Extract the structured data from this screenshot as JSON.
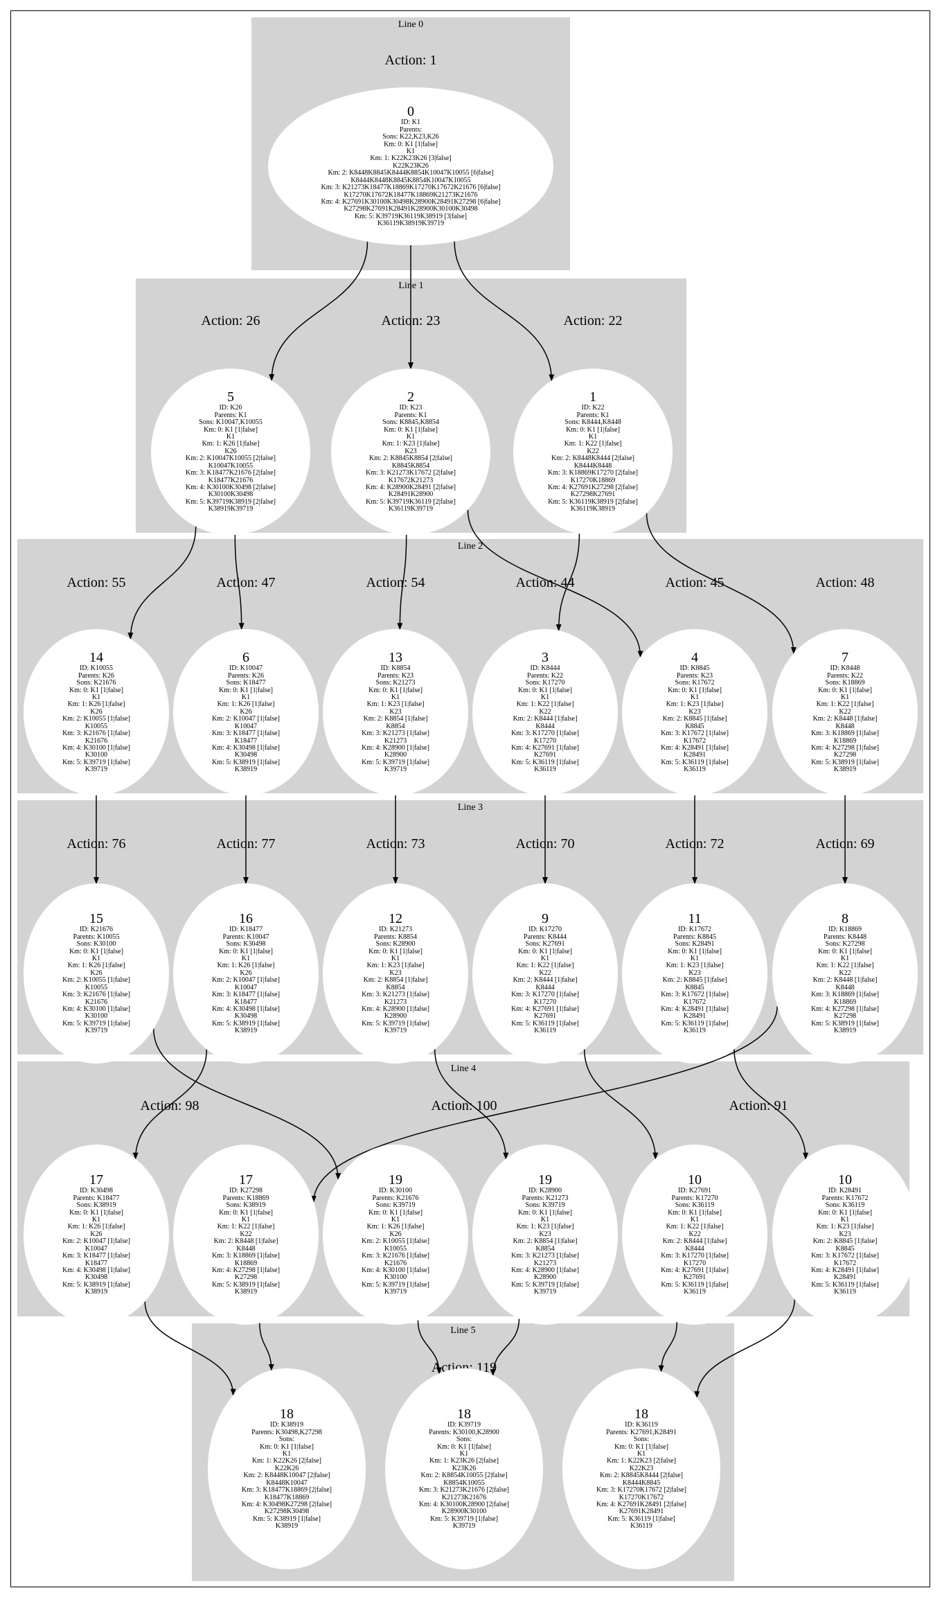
{
  "clusters": [
    {
      "id": "line0",
      "label": "Line 0"
    },
    {
      "id": "line1",
      "label": "Line 1"
    },
    {
      "id": "line2",
      "label": "Line 2"
    },
    {
      "id": "line3",
      "label": "Line 3"
    },
    {
      "id": "line4",
      "label": "Line 4"
    },
    {
      "id": "line5",
      "label": "Line 5"
    }
  ],
  "actions": [
    {
      "id": "a0",
      "cluster": "line0",
      "text": "Action: 1"
    },
    {
      "id": "a1a",
      "cluster": "line1",
      "text": "Action: 26"
    },
    {
      "id": "a1b",
      "cluster": "line1",
      "text": "Action: 23"
    },
    {
      "id": "a1c",
      "cluster": "line1",
      "text": "Action: 22"
    },
    {
      "id": "a2a",
      "cluster": "line2",
      "text": "Action: 55"
    },
    {
      "id": "a2b",
      "cluster": "line2",
      "text": "Action: 47"
    },
    {
      "id": "a2c",
      "cluster": "line2",
      "text": "Action: 54"
    },
    {
      "id": "a2d",
      "cluster": "line2",
      "text": "Action: 44"
    },
    {
      "id": "a2e",
      "cluster": "line2",
      "text": "Action: 45"
    },
    {
      "id": "a2f",
      "cluster": "line2",
      "text": "Action: 48"
    },
    {
      "id": "a3a",
      "cluster": "line3",
      "text": "Action: 76"
    },
    {
      "id": "a3b",
      "cluster": "line3",
      "text": "Action: 77"
    },
    {
      "id": "a3c",
      "cluster": "line3",
      "text": "Action: 73"
    },
    {
      "id": "a3d",
      "cluster": "line3",
      "text": "Action: 70"
    },
    {
      "id": "a3e",
      "cluster": "line3",
      "text": "Action: 72"
    },
    {
      "id": "a3f",
      "cluster": "line3",
      "text": "Action: 69"
    },
    {
      "id": "a4a",
      "cluster": "line4",
      "text": "Action: 98"
    },
    {
      "id": "a4b",
      "cluster": "line4",
      "text": "Action: 100"
    },
    {
      "id": "a4c",
      "cluster": "line4",
      "text": "Action: 91"
    },
    {
      "id": "a5a",
      "cluster": "line5",
      "text": "Action: 119"
    }
  ],
  "nodes": [
    {
      "id": "n0",
      "num": "0",
      "lines": [
        "ID: K1",
        "Parents:",
        "Sons: K22,K23,K26",
        "Km: 0: K1 [1|false]",
        "K1",
        "Km: 1: K22K23K26 [3|false]",
        "K22K23K26",
        "Km: 2: K8448K8845K8444K8854K10047K10055 [6|false]",
        "K8444K8448K8845K8854K10047K10055",
        "Km: 3: K21273K18477K18869K17270K17672K21676 [6|false]",
        "K17270K17672K18477K18869K21273K21676",
        "Km: 4: K27691K30100K30498K28900K28491K27298 [6|false]",
        "K27298K27691K28491K28900K30100K30498",
        "Km: 5: K39719K36119K38919 [3|false]",
        "K36119K38919K39719"
      ]
    },
    {
      "id": "n5",
      "num": "5",
      "lines": [
        "ID: K26",
        "Parents: K1",
        "Sons: K10047,K10055",
        "Km: 0: K1 [1|false]",
        "K1",
        "Km: 1: K26 [1|false]",
        "K26",
        "Km: 2: K10047K10055 [2|false]",
        "K10047K10055",
        "Km: 3: K18477K21676 [2|false]",
        "K18477K21676",
        "Km: 4: K30100K30498 [2|false]",
        "K30100K30498",
        "Km: 5: K39719K38919 [2|false]",
        "K38919K39719"
      ]
    },
    {
      "id": "n2",
      "num": "2",
      "lines": [
        "ID: K23",
        "Parents: K1",
        "Sons: K8845,K8854",
        "Km: 0: K1 [1|false]",
        "K1",
        "Km: 1: K23 [1|false]",
        "K23",
        "Km: 2: K8845K8854 [2|false]",
        "K8845K8854",
        "Km: 3: K21273K17672 [2|false]",
        "K17672K21273",
        "Km: 4: K28900K28491 [2|false]",
        "K28491K28900",
        "Km: 5: K39719K36119 [2|false]",
        "K36119K39719"
      ]
    },
    {
      "id": "n1",
      "num": "1",
      "lines": [
        "ID: K22",
        "Parents: K1",
        "Sons: K8444,K8448",
        "Km: 0: K1 [1|false]",
        "K1",
        "Km: 1: K22 [1|false]",
        "K22",
        "Km: 2: K8448K8444 [2|false]",
        "K8444K8448",
        "Km: 3: K18869K17270 [2|false]",
        "K17270K18869",
        "Km: 4: K27691K27298 [2|false]",
        "K27298K27691",
        "Km: 5: K36119K38919 [2|false]",
        "K36119K38919"
      ]
    },
    {
      "id": "n14",
      "num": "14",
      "lines": [
        "ID: K10055",
        "Parents: K26",
        "Sons: K21676",
        "Km: 0: K1 [1|false]",
        "K1",
        "Km: 1: K26 [1|false]",
        "K26",
        "Km: 2: K10055 [1|false]",
        "K10055",
        "Km: 3: K21676 [1|false]",
        "K21676",
        "Km: 4: K30100 [1|false]",
        "K30100",
        "Km: 5: K39719 [1|false]",
        "K39719"
      ]
    },
    {
      "id": "n6",
      "num": "6",
      "lines": [
        "ID: K10047",
        "Parents: K26",
        "Sons: K18477",
        "Km: 0: K1 [1|false]",
        "K1",
        "Km: 1: K26 [1|false]",
        "K26",
        "Km: 2: K10047 [1|false]",
        "K10047",
        "Km: 3: K18477 [1|false]",
        "K18477",
        "Km: 4: K30498 [1|false]",
        "K30498",
        "Km: 5: K38919 [1|false]",
        "K38919"
      ]
    },
    {
      "id": "n13",
      "num": "13",
      "lines": [
        "ID: K8854",
        "Parents: K23",
        "Sons: K21273",
        "Km: 0: K1 [1|false]",
        "K1",
        "Km: 1: K23 [1|false]",
        "K23",
        "Km: 2: K8854 [1|false]",
        "K8854",
        "Km: 3: K21273 [1|false]",
        "K21273",
        "Km: 4: K28900 [1|false]",
        "K28900",
        "Km: 5: K39719 [1|false]",
        "K39719"
      ]
    },
    {
      "id": "n3",
      "num": "3",
      "lines": [
        "ID: K8444",
        "Parents: K22",
        "Sons: K17270",
        "Km: 0: K1 [1|false]",
        "K1",
        "Km: 1: K22 [1|false]",
        "K22",
        "Km: 2: K8444 [1|false]",
        "K8444",
        "Km: 3: K17270 [1|false]",
        "K17270",
        "Km: 4: K27691 [1|false]",
        "K27691",
        "Km: 5: K36119 [1|false]",
        "K36119"
      ]
    },
    {
      "id": "n4",
      "num": "4",
      "lines": [
        "ID: K8845",
        "Parents: K23",
        "Sons: K17672",
        "Km: 0: K1 [1|false]",
        "K1",
        "Km: 1: K23 [1|false]",
        "K23",
        "Km: 2: K8845 [1|false]",
        "K8845",
        "Km: 3: K17672 [1|false]",
        "K17672",
        "Km: 4: K28491 [1|false]",
        "K28491",
        "Km: 5: K36119 [1|false]",
        "K36119"
      ]
    },
    {
      "id": "n7",
      "num": "7",
      "lines": [
        "ID: K8448",
        "Parents: K22",
        "Sons: K18869",
        "Km: 0: K1 [1|false]",
        "K1",
        "Km: 1: K22 [1|false]",
        "K22",
        "Km: 2: K8448 [1|false]",
        "K8448",
        "Km: 3: K18869 [1|false]",
        "K18869",
        "Km: 4: K27298 [1|false]",
        "K27298",
        "Km: 5: K38919 [1|false]",
        "K38919"
      ]
    },
    {
      "id": "n15",
      "num": "15",
      "lines": [
        "ID: K21676",
        "Parents: K10055",
        "Sons: K30100",
        "Km: 0: K1 [1|false]",
        "K1",
        "Km: 1: K26 [1|false]",
        "K26",
        "Km: 2: K10055 [1|false]",
        "K10055",
        "Km: 3: K21676 [1|false]",
        "K21676",
        "Km: 4: K30100 [1|false]",
        "K30100",
        "Km: 5: K39719 [1|false]",
        "K39719"
      ]
    },
    {
      "id": "n16",
      "num": "16",
      "lines": [
        "ID: K18477",
        "Parents: K10047",
        "Sons: K30498",
        "Km: 0: K1 [1|false]",
        "K1",
        "Km: 1: K26 [1|false]",
        "K26",
        "Km: 2: K10047 [1|false]",
        "K10047",
        "Km: 3: K18477 [1|false]",
        "K18477",
        "Km: 4: K30498 [1|false]",
        "K30498",
        "Km: 5: K38919 [1|false]",
        "K38919"
      ]
    },
    {
      "id": "n12",
      "num": "12",
      "lines": [
        "ID: K21273",
        "Parents: K8854",
        "Sons: K28900",
        "Km: 0: K1 [1|false]",
        "K1",
        "Km: 1: K23 [1|false]",
        "K23",
        "Km: 2: K8854 [1|false]",
        "K8854",
        "Km: 3: K21273 [1|false]",
        "K21273",
        "Km: 4: K28900 [1|false]",
        "K28900",
        "Km: 5: K39719 [1|false]",
        "K39719"
      ]
    },
    {
      "id": "n9",
      "num": "9",
      "lines": [
        "ID: K17270",
        "Parents: K8444",
        "Sons: K27691",
        "Km: 0: K1 [1|false]",
        "K1",
        "Km: 1: K22 [1|false]",
        "K22",
        "Km: 2: K8444 [1|false]",
        "K8444",
        "Km: 3: K17270 [1|false]",
        "K17270",
        "Km: 4: K27691 [1|false]",
        "K27691",
        "Km: 5: K36119 [1|false]",
        "K36119"
      ]
    },
    {
      "id": "n11",
      "num": "11",
      "lines": [
        "ID: K17672",
        "Parents: K8845",
        "Sons: K28491",
        "Km: 0: K1 [1|false]",
        "K1",
        "Km: 1: K23 [1|false]",
        "K23",
        "Km: 2: K8845 [1|false]",
        "K8845",
        "Km: 3: K17672 [1|false]",
        "K17672",
        "Km: 4: K28491 [1|false]",
        "K28491",
        "Km: 5: K36119 [1|false]",
        "K36119"
      ]
    },
    {
      "id": "n8",
      "num": "8",
      "lines": [
        "ID: K18869",
        "Parents: K8448",
        "Sons: K27298",
        "Km: 0: K1 [1|false]",
        "K1",
        "Km: 1: K22 [1|false]",
        "K22",
        "Km: 2: K8448 [1|false]",
        "K8448",
        "Km: 3: K18869 [1|false]",
        "K18869",
        "Km: 4: K27298 [1|false]",
        "K27298",
        "Km: 5: K38919 [1|false]",
        "K38919"
      ]
    },
    {
      "id": "n17a",
      "num": "17",
      "lines": [
        "ID: K30498",
        "Parents: K18477",
        "Sons: K38919",
        "Km: 0: K1 [1|false]",
        "K1",
        "Km: 1: K26 [1|false]",
        "K26",
        "Km: 2: K10047 [1|false]",
        "K10047",
        "Km: 3: K18477 [1|false]",
        "K18477",
        "Km: 4: K30498 [1|false]",
        "K30498",
        "Km: 5: K38919 [1|false]",
        "K38919"
      ]
    },
    {
      "id": "n17b",
      "num": "17",
      "lines": [
        "ID: K27298",
        "Parents: K18869",
        "Sons: K38919",
        "Km: 0: K1 [1|false]",
        "K1",
        "Km: 1: K22 [1|false]",
        "K22",
        "Km: 2: K8448 [1|false]",
        "K8448",
        "Km: 3: K18869 [1|false]",
        "K18869",
        "Km: 4: K27298 [1|false]",
        "K27298",
        "Km: 5: K38919 [1|false]",
        "K38919"
      ]
    },
    {
      "id": "n19a",
      "num": "19",
      "lines": [
        "ID: K30100",
        "Parents: K21676",
        "Sons: K39719",
        "Km: 0: K1 [1|false]",
        "K1",
        "Km: 1: K26 [1|false]",
        "K26",
        "Km: 2: K10055 [1|false]",
        "K10055",
        "Km: 3: K21676 [1|false]",
        "K21676",
        "Km: 4: K30100 [1|false]",
        "K30100",
        "Km: 5: K39719 [1|false]",
        "K39719"
      ]
    },
    {
      "id": "n19b",
      "num": "19",
      "lines": [
        "ID: K28900",
        "Parents: K21273",
        "Sons: K39719",
        "Km: 0: K1 [1|false]",
        "K1",
        "Km: 1: K23 [1|false]",
        "K23",
        "Km: 2: K8854 [1|false]",
        "K8854",
        "Km: 3: K21273 [1|false]",
        "K21273",
        "Km: 4: K28900 [1|false]",
        "K28900",
        "Km: 5: K39719 [1|false]",
        "K39719"
      ]
    },
    {
      "id": "n10a",
      "num": "10",
      "lines": [
        "ID: K27691",
        "Parents: K17270",
        "Sons: K36119",
        "Km: 0: K1 [1|false]",
        "K1",
        "Km: 1: K22 [1|false]",
        "K22",
        "Km: 2: K8444 [1|false]",
        "K8444",
        "Km: 3: K17270 [1|false]",
        "K17270",
        "Km: 4: K27691 [1|false]",
        "K27691",
        "Km: 5: K36119 [1|false]",
        "K36119"
      ]
    },
    {
      "id": "n10b",
      "num": "10",
      "lines": [
        "ID: K28491",
        "Parents: K17672",
        "Sons: K36119",
        "Km: 0: K1 [1|false]",
        "K1",
        "Km: 1: K23 [1|false]",
        "K23",
        "Km: 2: K8845 [1|false]",
        "K8845",
        "Km: 3: K17672 [1|false]",
        "K17672",
        "Km: 4: K28491 [1|false]",
        "K28491",
        "Km: 5: K36119 [1|false]",
        "K36119"
      ]
    },
    {
      "id": "n18a",
      "num": "18",
      "lines": [
        "ID: K38919",
        "Parents: K30498,K27298",
        "Sons:",
        "Km: 0: K1 [1|false]",
        "K1",
        "Km: 1: K22K26 [2|false]",
        "K22K26",
        "Km: 2: K8448K10047 [2|false]",
        "K8448K10047",
        "Km: 3: K18477K18869 [2|false]",
        "K18477K18869",
        "Km: 4: K30498K27298 [2|false]",
        "K27298K30498",
        "Km: 5: K38919 [1|false]",
        "K38919"
      ]
    },
    {
      "id": "n18b",
      "num": "18",
      "lines": [
        "ID: K39719",
        "Parents: K30100,K28900",
        "Sons:",
        "Km: 0: K1 [1|false]",
        "K1",
        "Km: 1: K23K26 [2|false]",
        "K23K26",
        "Km: 2: K8854K10055 [2|false]",
        "K8854K10055",
        "Km: 3: K21273K21676 [2|false]",
        "K21273K21676",
        "Km: 4: K30100K28900 [2|false]",
        "K28900K30100",
        "Km: 5: K39719 [1|false]",
        "K39719"
      ]
    },
    {
      "id": "n18c",
      "num": "18",
      "lines": [
        "ID: K36119",
        "Parents: K27691,K28491",
        "Sons:",
        "Km: 0: K1 [1|false]",
        "K1",
        "Km: 1: K22K23 [2|false]",
        "K22K23",
        "Km: 2: K8845K8444 [2|false]",
        "K8444K8845",
        "Km: 3: K17270K17672 [2|false]",
        "K17270K17672",
        "Km: 4: K27691K28491 [2|false]",
        "K27691K28491",
        "Km: 5: K36119 [1|false]",
        "K36119"
      ]
    }
  ],
  "edges": [
    [
      "n0",
      "n5"
    ],
    [
      "n0",
      "n2"
    ],
    [
      "n0",
      "n1"
    ],
    [
      "n5",
      "n14"
    ],
    [
      "n5",
      "n6"
    ],
    [
      "n2",
      "n13"
    ],
    [
      "n2",
      "n4"
    ],
    [
      "n1",
      "n3"
    ],
    [
      "n1",
      "n7"
    ],
    [
      "n14",
      "n15"
    ],
    [
      "n6",
      "n16"
    ],
    [
      "n13",
      "n12"
    ],
    [
      "n3",
      "n9"
    ],
    [
      "n4",
      "n11"
    ],
    [
      "n7",
      "n8"
    ],
    [
      "n16",
      "n17a"
    ],
    [
      "n8",
      "n17b"
    ],
    [
      "n15",
      "n19a"
    ],
    [
      "n12",
      "n19b"
    ],
    [
      "n9",
      "n10a"
    ],
    [
      "n11",
      "n10b"
    ],
    [
      "n17a",
      "n18a"
    ],
    [
      "n17b",
      "n18a"
    ],
    [
      "n19a",
      "n18b"
    ],
    [
      "n19b",
      "n18b"
    ],
    [
      "n10a",
      "n18c"
    ],
    [
      "n10b",
      "n18c"
    ]
  ]
}
